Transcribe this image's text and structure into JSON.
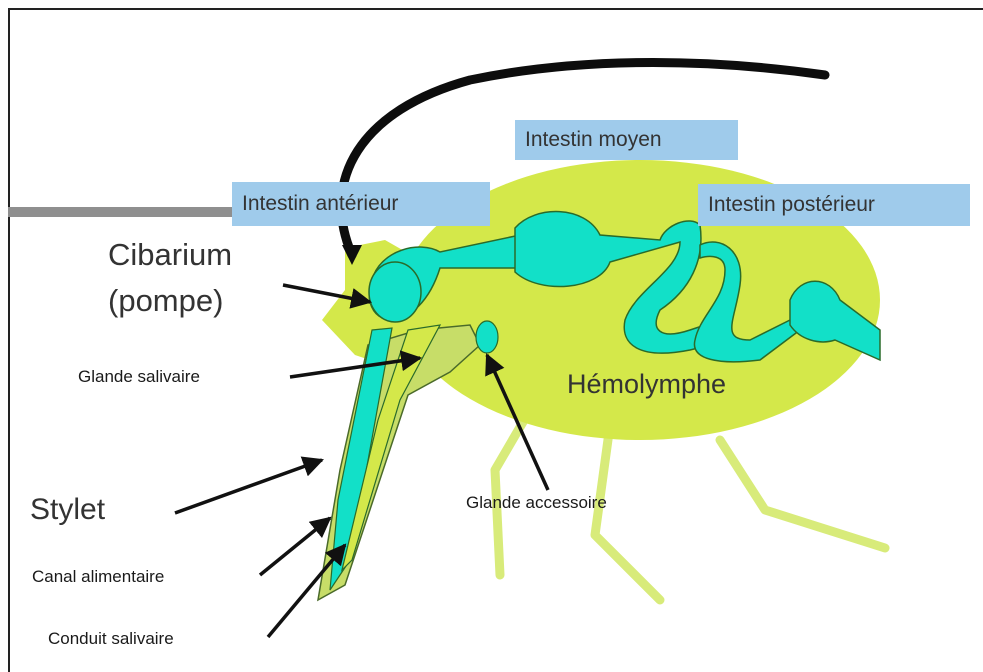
{
  "colors": {
    "body": "#d4e84a",
    "gut": "#12e0c8",
    "gut_outline": "#2a6b2a",
    "legs": "#d8eb7a",
    "stylet_fill": "#c7dd68",
    "label_box": "#9fcbeb",
    "arrow": "#111111",
    "antenna": "#0d0d0d",
    "bar": "#8f8f8f"
  },
  "labels": {
    "intestin_moyen": "Intestin moyen",
    "intestin_anterieur": "Intestin antérieur",
    "intestin_posterieur": "Intestin postérieur",
    "cibarium_line1": "Cibarium",
    "cibarium_line2": "(pompe)",
    "glande_salivaire": "Glande salivaire",
    "hemolymphe": "Hémolymphe",
    "stylet": "Stylet",
    "glande_accessoire": "Glande accessoire",
    "canal_alimentaire": "Canal alimentaire",
    "conduit_salivaire": "Conduit salivaire"
  }
}
